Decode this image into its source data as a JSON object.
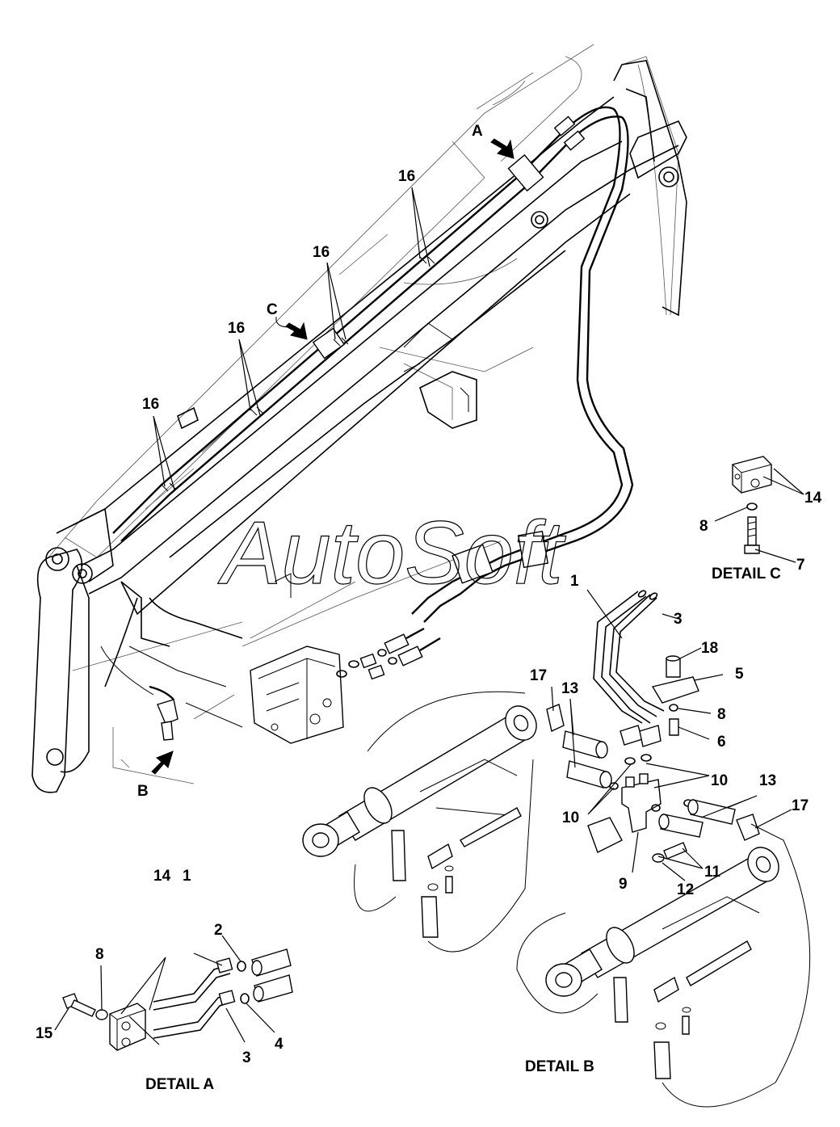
{
  "watermark": "AutoSoft",
  "captions": {
    "detail_a": "DETAIL A",
    "detail_b": "DETAIL B",
    "detail_c": "DETAIL C"
  },
  "view_markers": {
    "a": "A",
    "b": "B",
    "c": "C"
  },
  "callouts": {
    "c16a": "16",
    "c16b": "16",
    "c16c": "16",
    "c16d": "16",
    "c14c": "14",
    "c8c": "8",
    "c7c": "7",
    "c1m": "1",
    "c3m": "3",
    "c18": "18",
    "c5": "5",
    "c8m": "8",
    "c6": "6",
    "c17l": "17",
    "c13l": "13",
    "c10r": "10",
    "c10l": "10",
    "c13r": "13",
    "c17r": "17",
    "c11": "11",
    "c9": "9",
    "c12": "12",
    "c14a": "14",
    "c1a": "1",
    "c2a": "2",
    "c8a": "8",
    "c15a": "15",
    "c3a": "3",
    "c4a": "4"
  }
}
